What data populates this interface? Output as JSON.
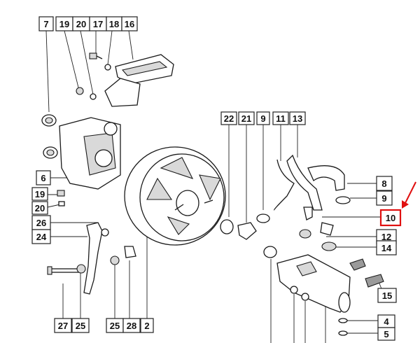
{
  "diagram": {
    "callouts": {
      "c7": "7",
      "c19a": "19",
      "c20a": "20",
      "c17": "17",
      "c18": "18",
      "c16": "16",
      "c6": "6",
      "c19b": "19",
      "c20b": "20",
      "c26": "26",
      "c24": "24",
      "c22": "22",
      "c21": "21",
      "c9a": "9",
      "c11": "11",
      "c13": "13",
      "c8": "8",
      "c9b": "9",
      "c10": "10",
      "c12": "12",
      "c14": "14",
      "c15": "15",
      "c4": "4",
      "c5": "5",
      "c27": "27",
      "c25a": "25",
      "c25b": "25",
      "c28": "28",
      "c2": "2"
    },
    "highlight": {
      "label": "10",
      "color": "#e01010"
    },
    "colors": {
      "ink": "#1a1a1a",
      "highlight": "#e01010",
      "shade": "#d9d9d9"
    }
  }
}
